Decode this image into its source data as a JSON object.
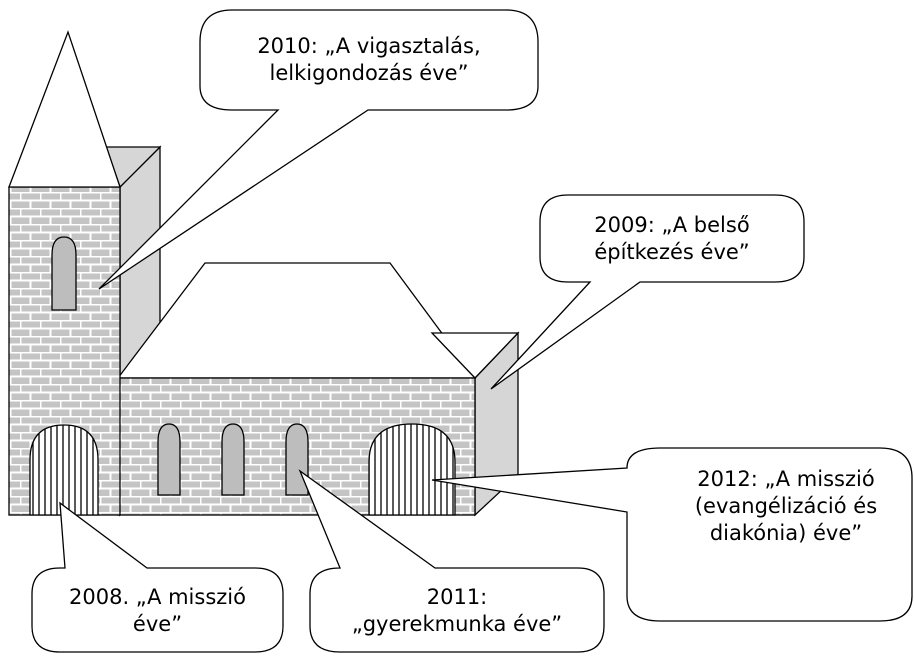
{
  "colors": {
    "brick": "#c4c4c4",
    "mortar": "#ffffff",
    "window_fill": "#bdbdbd",
    "side_wall": "#d6d6d6",
    "outline": "#000000",
    "background": "#ffffff"
  },
  "callouts": {
    "c2010": {
      "text": "2010: „A vigasztalás,\nlelkigondozás éve”"
    },
    "c2009": {
      "text": "2009: „A belső\népítkezés éve”"
    },
    "c2012": {
      "text": "2012: „A misszió\n(evangélizáció és\ndiakónia) éve”"
    },
    "c2008": {
      "text": "2008. „A misszió\néve”"
    },
    "c2011": {
      "text": "2011:\n„gyerekmunka éve”"
    }
  }
}
